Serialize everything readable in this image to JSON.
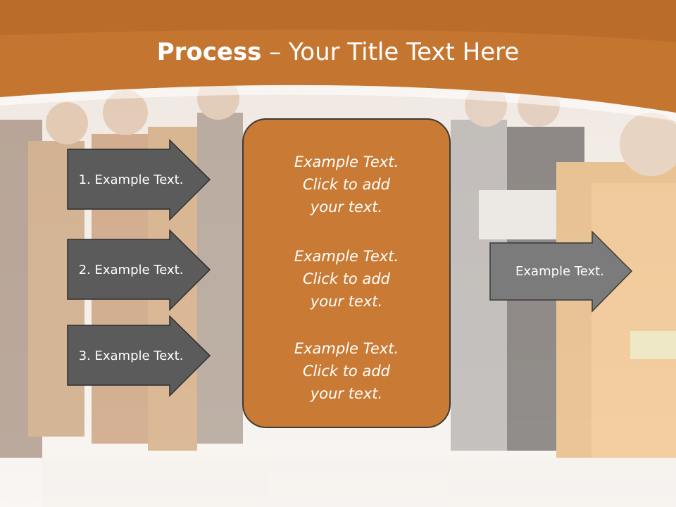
{
  "title": {
    "bold": "Process",
    "rest": " – Your Title Text Here"
  },
  "left_arrows": [
    {
      "label": "1. Example Text."
    },
    {
      "label": "2. Example Text."
    },
    {
      "label": "3. Example Text."
    }
  ],
  "center_blocks": [
    {
      "line1": "Example Text.",
      "line2": "Click  to add",
      "line3": "your text."
    },
    {
      "line1": "Example Text.",
      "line2": "Click  to add",
      "line3": "your text."
    },
    {
      "line1": "Example Text.",
      "line2": "Click  to add",
      "line3": "your text."
    }
  ],
  "right_arrow": {
    "label": "Example Text."
  },
  "colors": {
    "header": "#c47631",
    "arrow_dark": "#5b5b5b",
    "arrow_light": "#7b7b7b",
    "box": "#c97a34"
  }
}
